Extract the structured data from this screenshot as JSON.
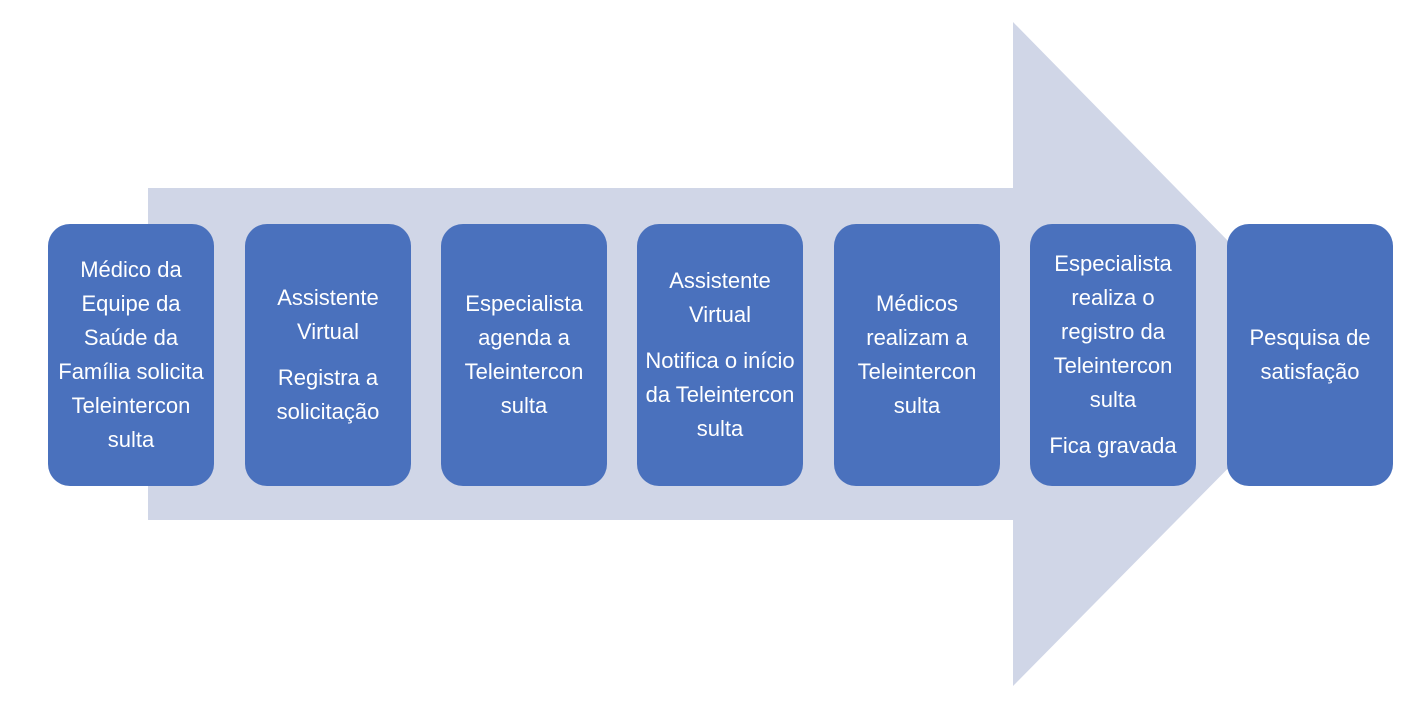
{
  "diagram": {
    "background_arrow_color": "#d0d6e7",
    "step_fill_color": "#4a71bd",
    "step_text_color": "#ffffff",
    "steps": [
      {
        "text": "Médico da Equipe da Saúde da Família solicita Teleintercon sulta",
        "subtext": ""
      },
      {
        "text": "Assistente Virtual",
        "subtext": "Registra a solicitação"
      },
      {
        "text": "Especialista agenda a Teleintercon sulta",
        "subtext": ""
      },
      {
        "text": "Assistente Virtual",
        "subtext": "Notifica o início da Teleintercon sulta"
      },
      {
        "text": "Médicos realizam a Teleintercon sulta",
        "subtext": ""
      },
      {
        "text": "Especialista realiza o registro da Teleintercon sulta",
        "subtext": "Fica gravada"
      },
      {
        "text": "Pesquisa de satisfação",
        "subtext": ""
      }
    ]
  }
}
